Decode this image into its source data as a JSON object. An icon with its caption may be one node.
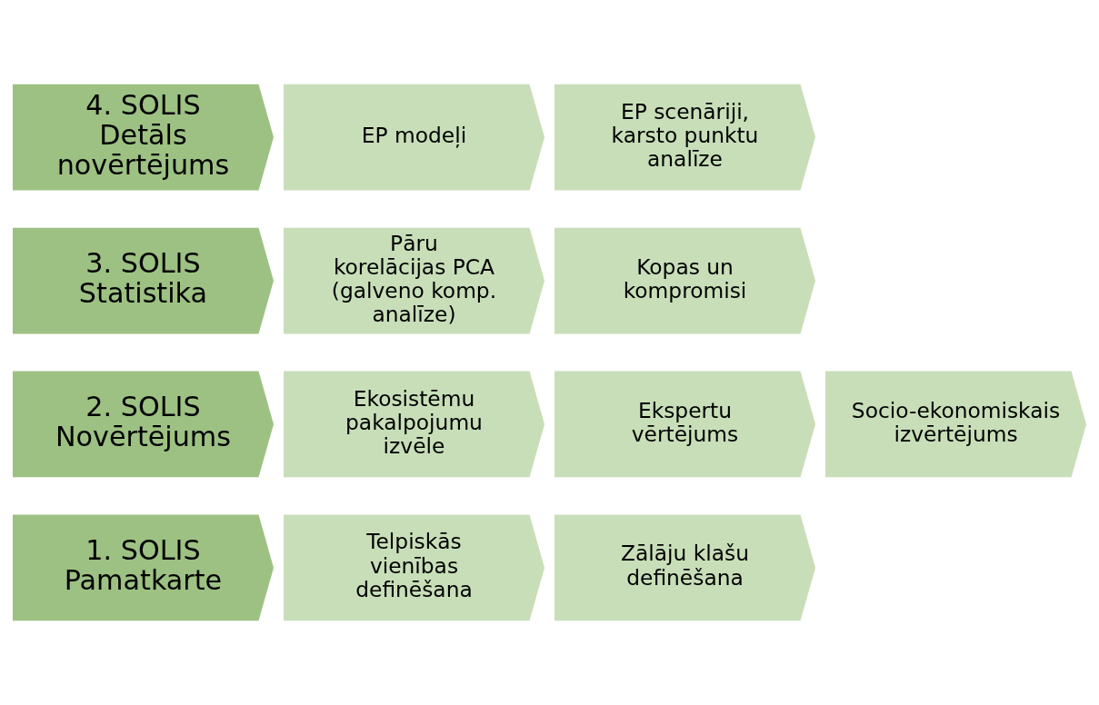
{
  "diagram": {
    "nodes": [
      {
        "text": [
          "1. SOLIS Pamatkarte"
        ]
      },
      {
        "text": [
          "Telpiskās vienības definēšana"
        ]
      },
      {
        "text": [
          "Zālāju klašu definēšana"
        ]
      },
      {
        "text": [
          "2. SOLIS Novērtējums"
        ]
      },
      {
        "text": [
          "Ekosistēmu pakalpojumu izvēle"
        ]
      },
      {
        "text": [
          "Ekspertu vērtējums"
        ]
      },
      {
        "text": [
          "Socio-ekonomiskais izvērtējums"
        ]
      },
      {
        "text": [
          "3. SOLIS Statistika"
        ]
      },
      {
        "text": [
          "Pāru korelācijas PCA (galveno komp. analīze)"
        ]
      },
      {
        "text": [
          "Kopas un kompromisi"
        ]
      },
      {
        "text": [
          "4. SOLIS Detāls novērtējums"
        ]
      },
      {
        "text": [
          "EP modeļi"
        ]
      },
      {
        "text": [
          "EP scenāriji, karsto punktu analīze"
        ]
      }
    ]
  }
}
